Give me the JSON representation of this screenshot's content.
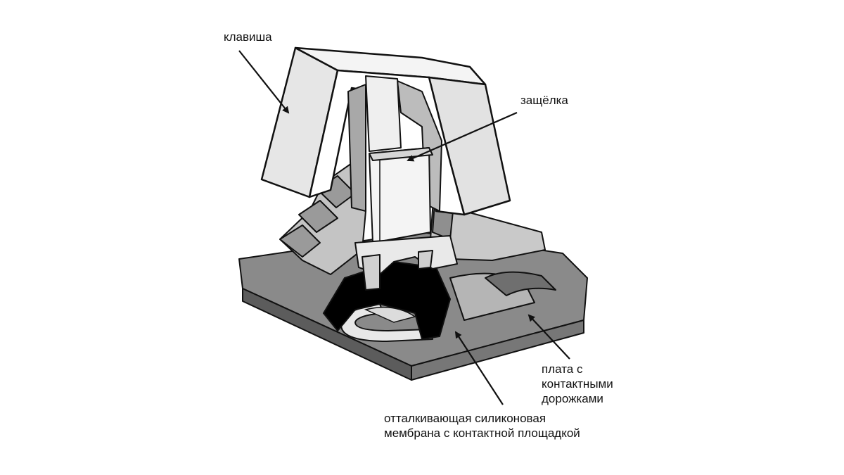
{
  "labels": {
    "key": "клавиша",
    "latch": "защёлка",
    "board": [
      "плата с",
      "контактными",
      "дорожками"
    ],
    "membrane": [
      "отталкивающая силиконовая",
      "мембрана с контактной площадкой"
    ]
  },
  "colors": {
    "background": "#ffffff",
    "body_gray": "#8a8a8a",
    "dark_gray": "#555555",
    "light_gray": "#c4c4c4",
    "key_cap": "#e6e6e6",
    "stem": "#efefef",
    "membrane": "#000000",
    "outline": "#111111"
  }
}
